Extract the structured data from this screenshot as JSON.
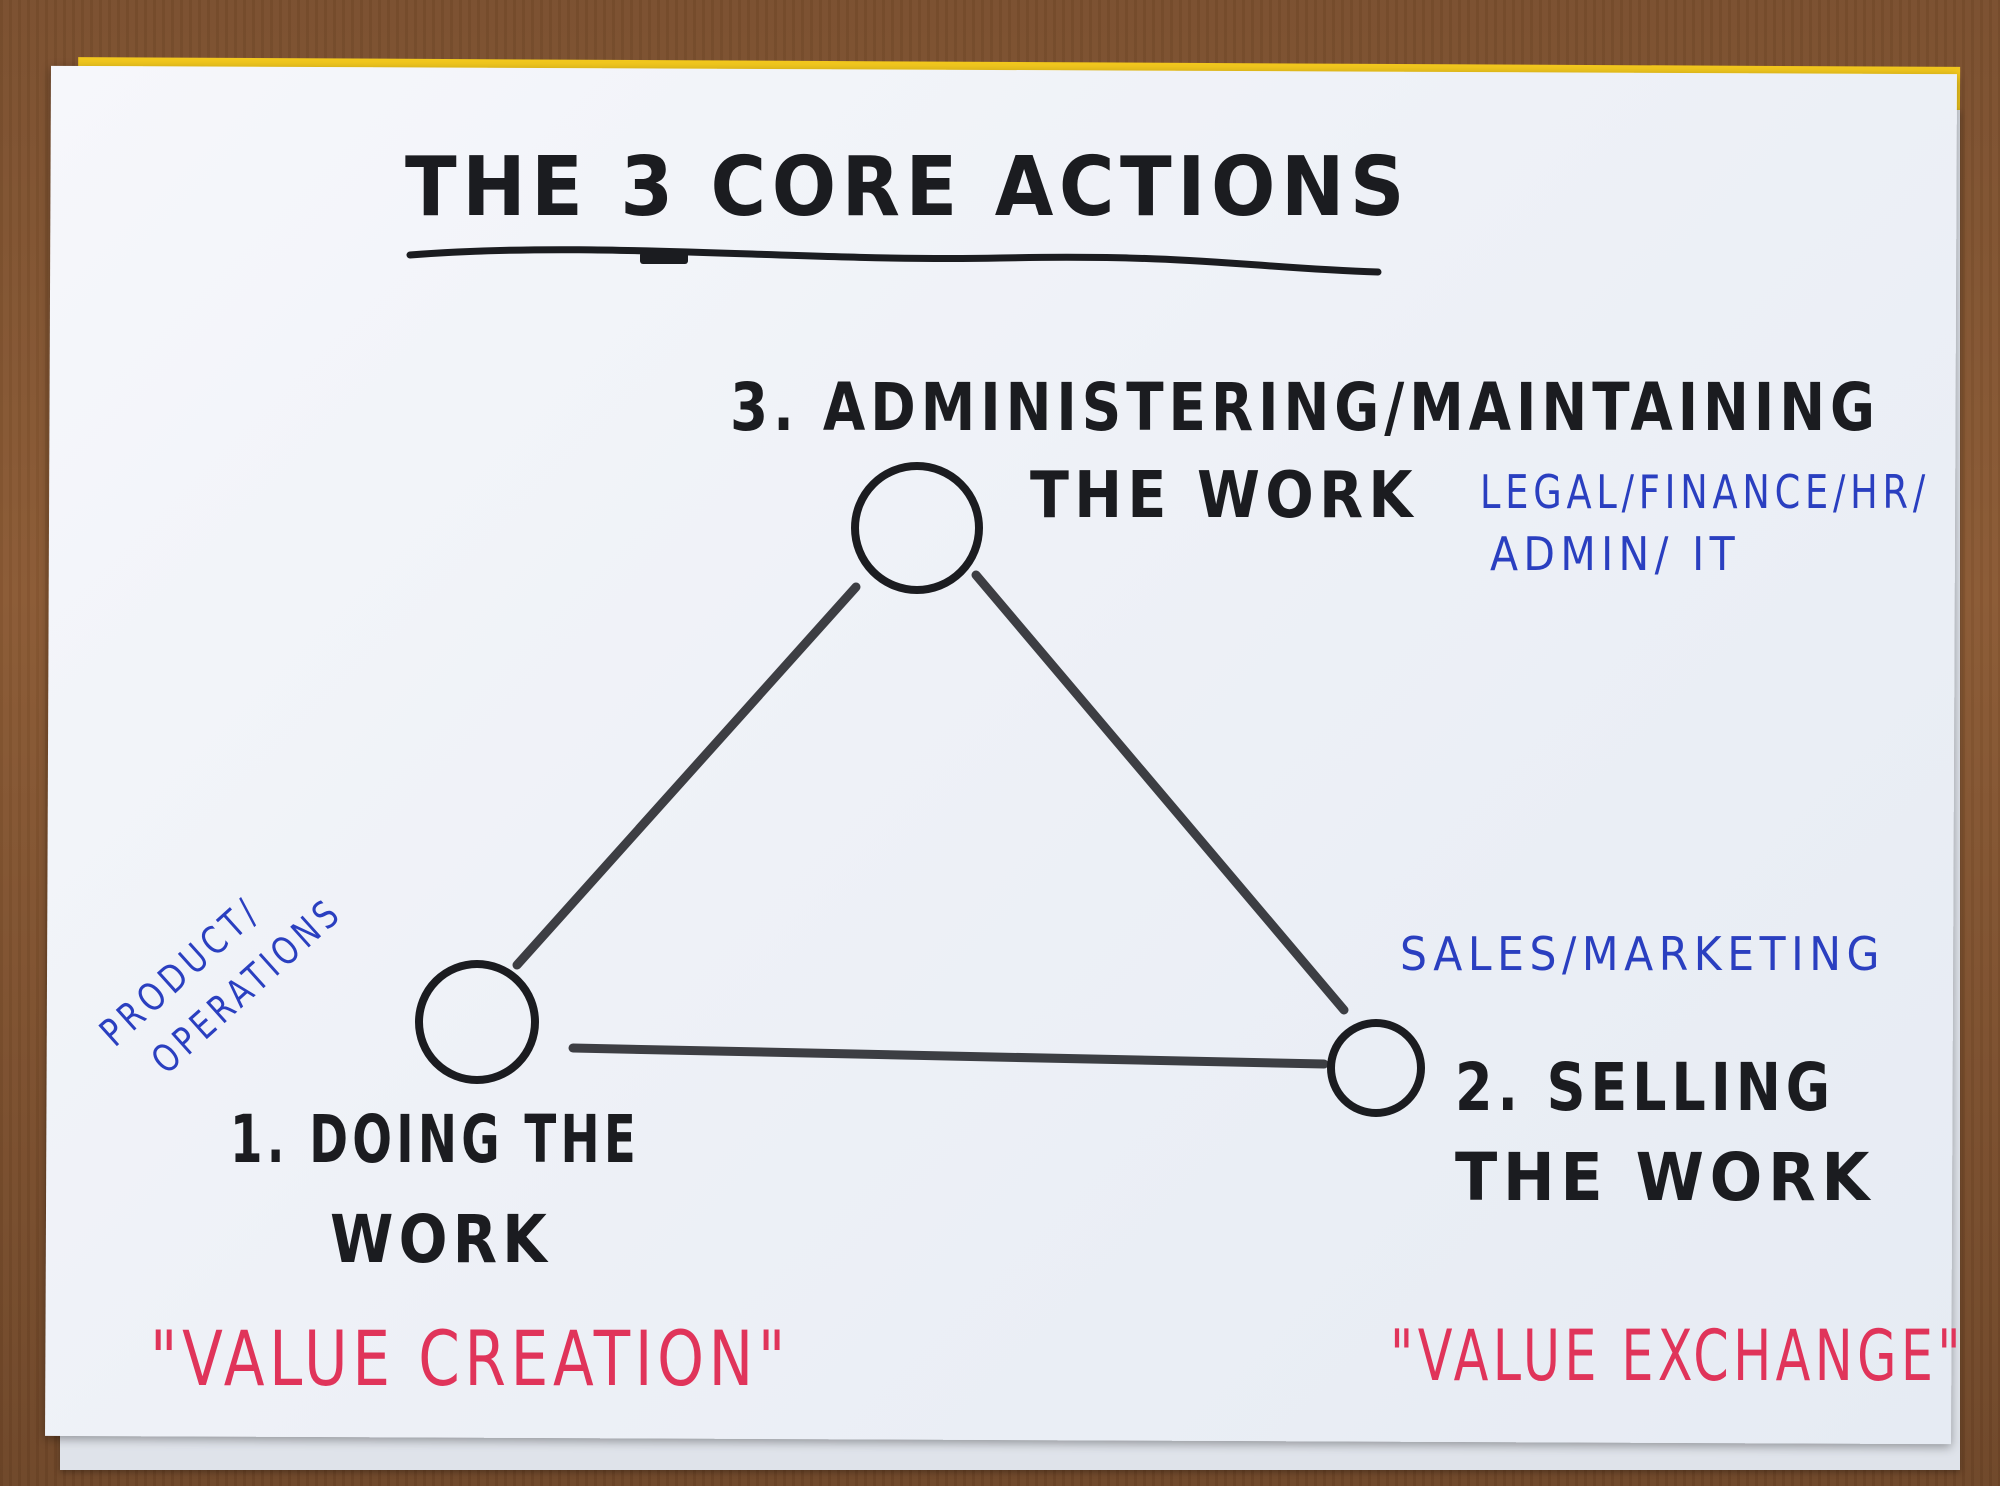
{
  "title": "THE 3 CORE ACTIONS",
  "nodes": {
    "doing": {
      "line1": "1. DOING THE",
      "line2": "WORK",
      "department_line1": "PRODUCT/",
      "department_line2": "OPERATIONS",
      "value": "\"VALUE CREATION\""
    },
    "selling": {
      "line1": "2. SELLING",
      "line2": "THE WORK",
      "department": "SALES/MARKETING",
      "value": "\"VALUE EXCHANGE\""
    },
    "administering": {
      "line1": "3. ADMINISTERING/MAINTAINING",
      "line2": "THE WORK",
      "department_line1": "LEGAL/FINANCE/HR/",
      "department_line2": "ADMIN/ IT"
    }
  },
  "colors": {
    "ink_black": "#1b1c20",
    "ink_blue": "#2a3fc0",
    "ink_red": "#e0345a",
    "paper": "#f1f3f8",
    "folder_yellow": "#f2c81e"
  }
}
